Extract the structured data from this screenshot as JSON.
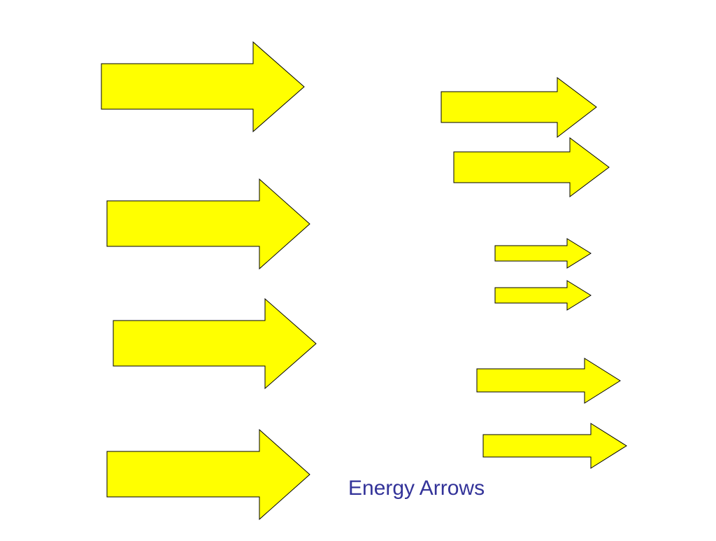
{
  "caption": "Energy Arrows",
  "colors": {
    "arrow_fill": "#ffff00",
    "arrow_outline": "#000000",
    "caption_text": "#333399",
    "background": "#ffffff"
  },
  "arrows": {
    "direction": "right",
    "left_column_count": 4,
    "right_column_count": 6
  }
}
